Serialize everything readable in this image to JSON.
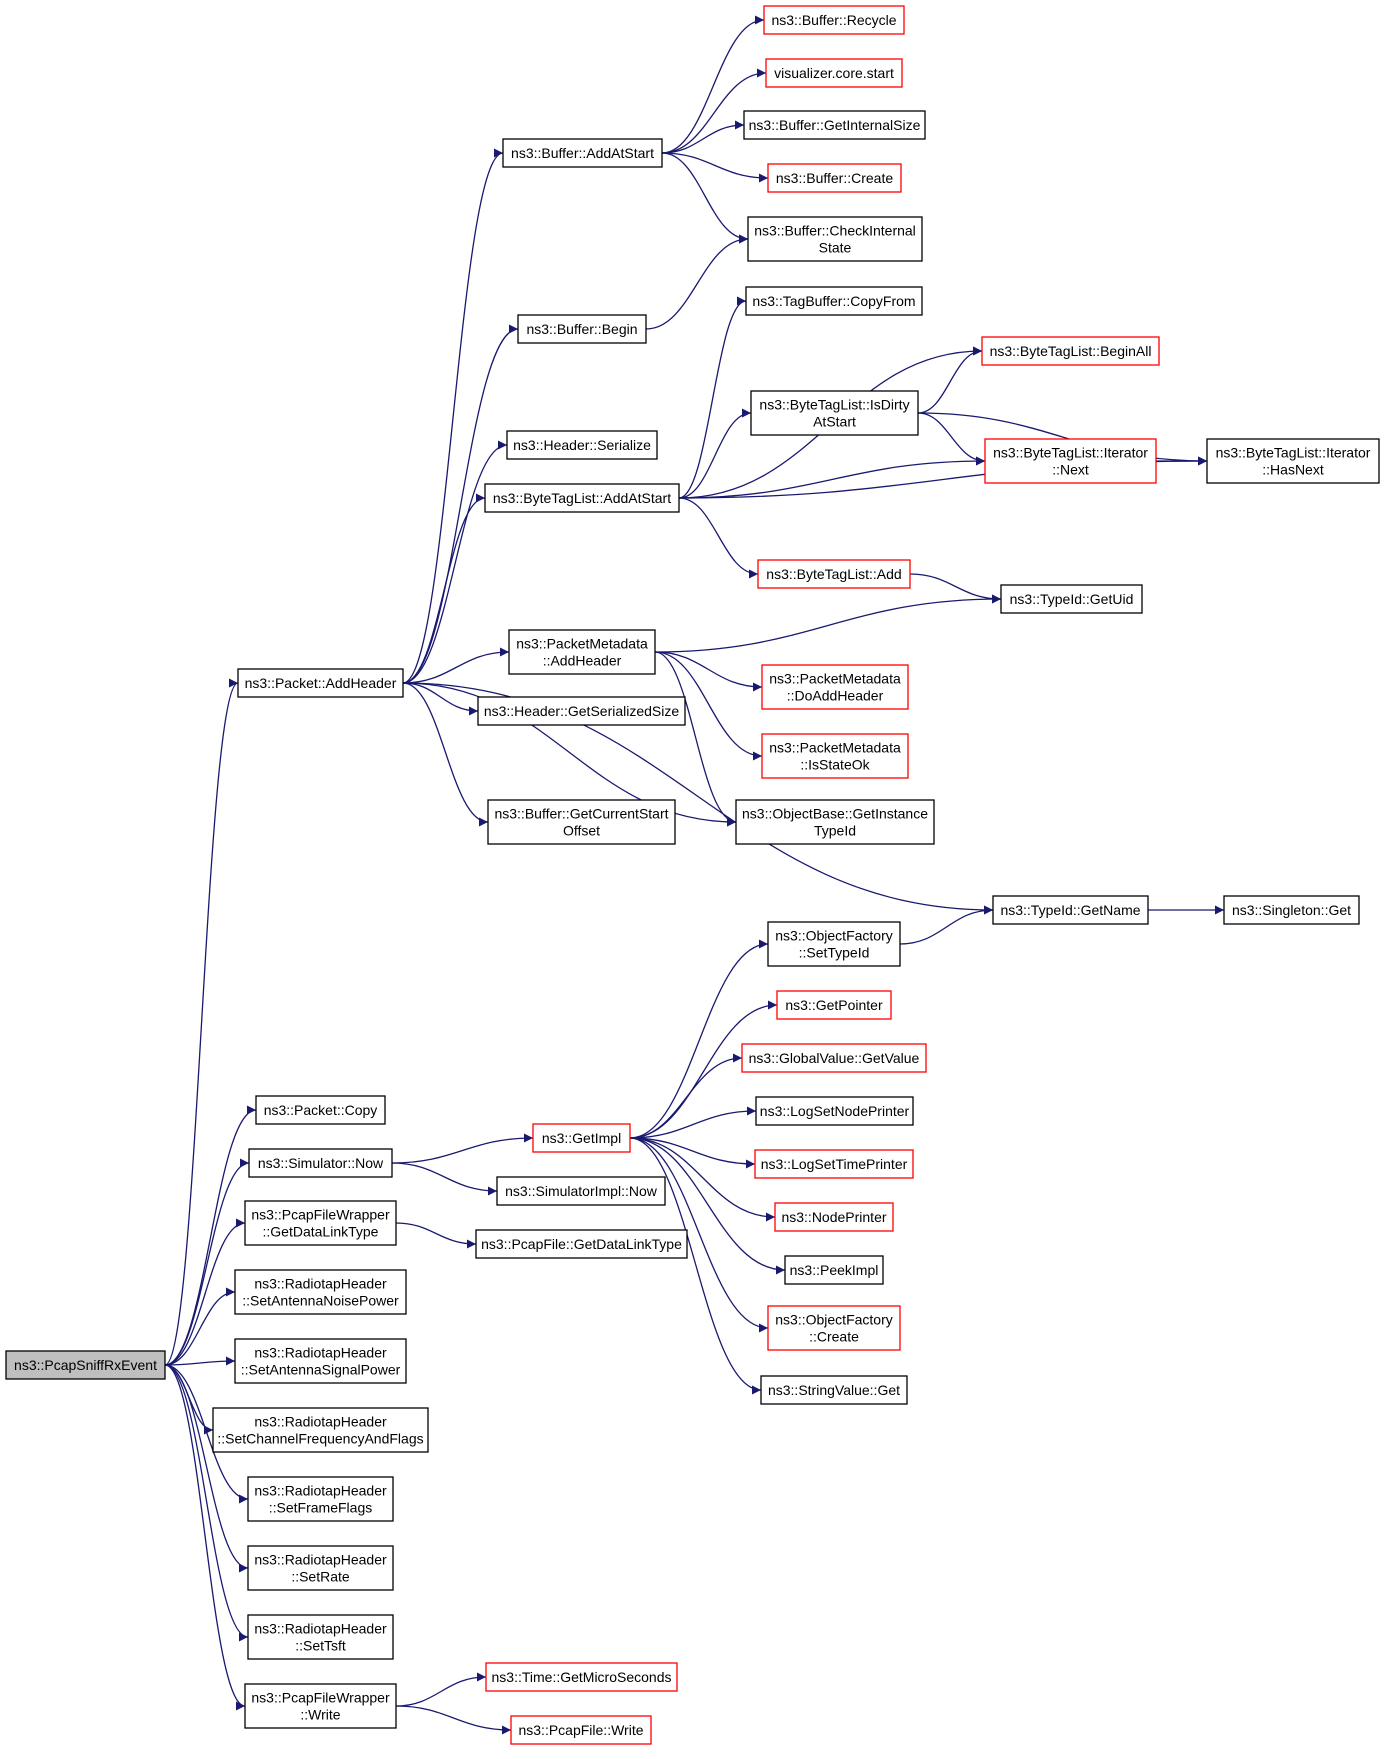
{
  "colors": {
    "edge": "#191970",
    "node_border": "#000000",
    "node_border_truncated": "#ff0000",
    "root_fill": "#bfbfbf",
    "node_fill": "#ffffff"
  },
  "nodes": [
    {
      "id": "root",
      "lines": [
        "ns3::PcapSniffRxEvent"
      ],
      "kind": "root"
    },
    {
      "id": "packet-addheader",
      "lines": [
        "ns3::Packet::AddHeader"
      ],
      "kind": "normal"
    },
    {
      "id": "packet-copy",
      "lines": [
        "ns3::Packet::Copy"
      ],
      "kind": "normal"
    },
    {
      "id": "simulator-now",
      "lines": [
        "ns3::Simulator::Now"
      ],
      "kind": "normal"
    },
    {
      "id": "pcapfilewrapper-getdatalinktype",
      "lines": [
        "ns3::PcapFileWrapper",
        "::GetDataLinkType"
      ],
      "kind": "normal"
    },
    {
      "id": "radiotap-setantennanoisepower",
      "lines": [
        "ns3::RadiotapHeader",
        "::SetAntennaNoisePower"
      ],
      "kind": "normal"
    },
    {
      "id": "radiotap-setantennasignalpower",
      "lines": [
        "ns3::RadiotapHeader",
        "::SetAntennaSignalPower"
      ],
      "kind": "normal"
    },
    {
      "id": "radiotap-setchannelfrequencyandflags",
      "lines": [
        "ns3::RadiotapHeader",
        "::SetChannelFrequencyAndFlags"
      ],
      "kind": "normal"
    },
    {
      "id": "radiotap-setframeflags",
      "lines": [
        "ns3::RadiotapHeader",
        "::SetFrameFlags"
      ],
      "kind": "normal"
    },
    {
      "id": "radiotap-setrate",
      "lines": [
        "ns3::RadiotapHeader",
        "::SetRate"
      ],
      "kind": "normal"
    },
    {
      "id": "radiotap-settsft",
      "lines": [
        "ns3::RadiotapHeader",
        "::SetTsft"
      ],
      "kind": "normal"
    },
    {
      "id": "pcapfilewrapper-write",
      "lines": [
        "ns3::PcapFileWrapper",
        "::Write"
      ],
      "kind": "normal"
    },
    {
      "id": "buffer-addatstart",
      "lines": [
        "ns3::Buffer::AddAtStart"
      ],
      "kind": "normal"
    },
    {
      "id": "buffer-begin",
      "lines": [
        "ns3::Buffer::Begin"
      ],
      "kind": "normal"
    },
    {
      "id": "header-serialize",
      "lines": [
        "ns3::Header::Serialize"
      ],
      "kind": "normal"
    },
    {
      "id": "bytetaglist-addatstart",
      "lines": [
        "ns3::ByteTagList::AddAtStart"
      ],
      "kind": "normal"
    },
    {
      "id": "packetmetadata-addheader",
      "lines": [
        "ns3::PacketMetadata",
        "::AddHeader"
      ],
      "kind": "normal"
    },
    {
      "id": "header-getserializedsize",
      "lines": [
        "ns3::Header::GetSerializedSize"
      ],
      "kind": "normal"
    },
    {
      "id": "buffer-getcurrentstartoffset",
      "lines": [
        "ns3::Buffer::GetCurrentStart",
        "Offset"
      ],
      "kind": "normal"
    },
    {
      "id": "objectbase-getinstancetypeid",
      "lines": [
        "ns3::ObjectBase::GetInstance",
        "TypeId"
      ],
      "kind": "normal"
    },
    {
      "id": "buffer-recycle",
      "lines": [
        "ns3::Buffer::Recycle"
      ],
      "kind": "truncated"
    },
    {
      "id": "visualizer-core-start",
      "lines": [
        "visualizer.core.start"
      ],
      "kind": "truncated"
    },
    {
      "id": "buffer-getinternalsize",
      "lines": [
        "ns3::Buffer::GetInternalSize"
      ],
      "kind": "normal"
    },
    {
      "id": "buffer-create",
      "lines": [
        "ns3::Buffer::Create"
      ],
      "kind": "truncated"
    },
    {
      "id": "buffer-checkinternalstate",
      "lines": [
        "ns3::Buffer::CheckInternal",
        "State"
      ],
      "kind": "normal"
    },
    {
      "id": "tagbuffer-copyfrom",
      "lines": [
        "ns3::TagBuffer::CopyFrom"
      ],
      "kind": "normal"
    },
    {
      "id": "bytetaglist-isdirtyatstart",
      "lines": [
        "ns3::ByteTagList::IsDirty",
        "AtStart"
      ],
      "kind": "normal"
    },
    {
      "id": "bytetaglist-add",
      "lines": [
        "ns3::ByteTagList::Add"
      ],
      "kind": "truncated"
    },
    {
      "id": "bytetaglist-beginall",
      "lines": [
        "ns3::ByteTagList::BeginAll"
      ],
      "kind": "truncated"
    },
    {
      "id": "bytetaglist-iterator-next",
      "lines": [
        "ns3::ByteTagList::Iterator",
        "::Next"
      ],
      "kind": "truncated"
    },
    {
      "id": "bytetaglist-iterator-hasnext",
      "lines": [
        "ns3::ByteTagList::Iterator",
        "::HasNext"
      ],
      "kind": "normal"
    },
    {
      "id": "typeid-getuid",
      "lines": [
        "ns3::TypeId::GetUid"
      ],
      "kind": "normal"
    },
    {
      "id": "packetmetadata-doaddheader",
      "lines": [
        "ns3::PacketMetadata",
        "::DoAddHeader"
      ],
      "kind": "truncated"
    },
    {
      "id": "packetmetadata-isstateok",
      "lines": [
        "ns3::PacketMetadata",
        "::IsStateOk"
      ],
      "kind": "truncated"
    },
    {
      "id": "typeid-getname",
      "lines": [
        "ns3::TypeId::GetName"
      ],
      "kind": "normal"
    },
    {
      "id": "singleton-get",
      "lines": [
        "ns3::Singleton::Get"
      ],
      "kind": "normal"
    },
    {
      "id": "getimpl",
      "lines": [
        "ns3::GetImpl"
      ],
      "kind": "truncated"
    },
    {
      "id": "simulatorimpl-now",
      "lines": [
        "ns3::SimulatorImpl::Now"
      ],
      "kind": "normal"
    },
    {
      "id": "pcapfile-getdatalinktype",
      "lines": [
        "ns3::PcapFile::GetDataLinkType"
      ],
      "kind": "normal"
    },
    {
      "id": "time-getmicroseconds",
      "lines": [
        "ns3::Time::GetMicroSeconds"
      ],
      "kind": "truncated"
    },
    {
      "id": "pcapfile-write",
      "lines": [
        "ns3::PcapFile::Write"
      ],
      "kind": "truncated"
    },
    {
      "id": "objectfactory-settypeid",
      "lines": [
        "ns3::ObjectFactory",
        "::SetTypeId"
      ],
      "kind": "normal"
    },
    {
      "id": "getpointer",
      "lines": [
        "ns3::GetPointer"
      ],
      "kind": "truncated"
    },
    {
      "id": "globalvalue-getvalue",
      "lines": [
        "ns3::GlobalValue::GetValue"
      ],
      "kind": "truncated"
    },
    {
      "id": "logsetnodeprinter",
      "lines": [
        "ns3::LogSetNodePrinter"
      ],
      "kind": "normal"
    },
    {
      "id": "logsettimeprinter",
      "lines": [
        "ns3::LogSetTimePrinter"
      ],
      "kind": "truncated"
    },
    {
      "id": "nodeprinter",
      "lines": [
        "ns3::NodePrinter"
      ],
      "kind": "truncated"
    },
    {
      "id": "peekimpl",
      "lines": [
        "ns3::PeekImpl"
      ],
      "kind": "normal"
    },
    {
      "id": "objectfactory-create",
      "lines": [
        "ns3::ObjectFactory",
        "::Create"
      ],
      "kind": "truncated"
    },
    {
      "id": "stringvalue-get",
      "lines": [
        "ns3::StringValue::Get"
      ],
      "kind": "normal"
    }
  ],
  "edges": [
    [
      "root",
      "packet-addheader"
    ],
    [
      "root",
      "packet-copy"
    ],
    [
      "root",
      "simulator-now"
    ],
    [
      "root",
      "pcapfilewrapper-getdatalinktype"
    ],
    [
      "root",
      "radiotap-setantennanoisepower"
    ],
    [
      "root",
      "radiotap-setantennasignalpower"
    ],
    [
      "root",
      "radiotap-setchannelfrequencyandflags"
    ],
    [
      "root",
      "radiotap-setframeflags"
    ],
    [
      "root",
      "radiotap-setrate"
    ],
    [
      "root",
      "radiotap-settsft"
    ],
    [
      "root",
      "pcapfilewrapper-write"
    ],
    [
      "packet-addheader",
      "buffer-addatstart"
    ],
    [
      "packet-addheader",
      "buffer-begin"
    ],
    [
      "packet-addheader",
      "header-serialize"
    ],
    [
      "packet-addheader",
      "bytetaglist-addatstart"
    ],
    [
      "packet-addheader",
      "packetmetadata-addheader"
    ],
    [
      "packet-addheader",
      "header-getserializedsize"
    ],
    [
      "packet-addheader",
      "buffer-getcurrentstartoffset"
    ],
    [
      "packet-addheader",
      "objectbase-getinstancetypeid"
    ],
    [
      "packet-addheader",
      "typeid-getname"
    ],
    [
      "buffer-addatstart",
      "buffer-recycle"
    ],
    [
      "buffer-addatstart",
      "visualizer-core-start"
    ],
    [
      "buffer-addatstart",
      "buffer-getinternalsize"
    ],
    [
      "buffer-addatstart",
      "buffer-create"
    ],
    [
      "buffer-addatstart",
      "buffer-checkinternalstate"
    ],
    [
      "buffer-begin",
      "buffer-checkinternalstate"
    ],
    [
      "bytetaglist-addatstart",
      "tagbuffer-copyfrom"
    ],
    [
      "bytetaglist-addatstart",
      "bytetaglist-beginall"
    ],
    [
      "bytetaglist-addatstart",
      "bytetaglist-isdirtyatstart"
    ],
    [
      "bytetaglist-addatstart",
      "bytetaglist-iterator-next"
    ],
    [
      "bytetaglist-addatstart",
      "bytetaglist-iterator-hasnext"
    ],
    [
      "bytetaglist-addatstart",
      "bytetaglist-add"
    ],
    [
      "bytetaglist-isdirtyatstart",
      "bytetaglist-beginall"
    ],
    [
      "bytetaglist-isdirtyatstart",
      "bytetaglist-iterator-next"
    ],
    [
      "bytetaglist-isdirtyatstart",
      "bytetaglist-iterator-hasnext"
    ],
    [
      "bytetaglist-iterator-next",
      "bytetaglist-iterator-hasnext"
    ],
    [
      "bytetaglist-add",
      "typeid-getuid"
    ],
    [
      "packetmetadata-addheader",
      "typeid-getuid"
    ],
    [
      "packetmetadata-addheader",
      "packetmetadata-doaddheader"
    ],
    [
      "packetmetadata-addheader",
      "packetmetadata-isstateok"
    ],
    [
      "packetmetadata-addheader",
      "objectbase-getinstancetypeid"
    ],
    [
      "typeid-getname",
      "singleton-get"
    ],
    [
      "simulator-now",
      "getimpl"
    ],
    [
      "simulator-now",
      "simulatorimpl-now"
    ],
    [
      "pcapfilewrapper-getdatalinktype",
      "pcapfile-getdatalinktype"
    ],
    [
      "pcapfilewrapper-write",
      "time-getmicroseconds"
    ],
    [
      "pcapfilewrapper-write",
      "pcapfile-write"
    ],
    [
      "getimpl",
      "objectfactory-settypeid"
    ],
    [
      "getimpl",
      "getpointer"
    ],
    [
      "getimpl",
      "globalvalue-getvalue"
    ],
    [
      "getimpl",
      "logsetnodeprinter"
    ],
    [
      "getimpl",
      "logsettimeprinter"
    ],
    [
      "getimpl",
      "nodeprinter"
    ],
    [
      "getimpl",
      "peekimpl"
    ],
    [
      "getimpl",
      "objectfactory-create"
    ],
    [
      "getimpl",
      "stringvalue-get"
    ],
    [
      "objectfactory-settypeid",
      "typeid-getname"
    ]
  ]
}
